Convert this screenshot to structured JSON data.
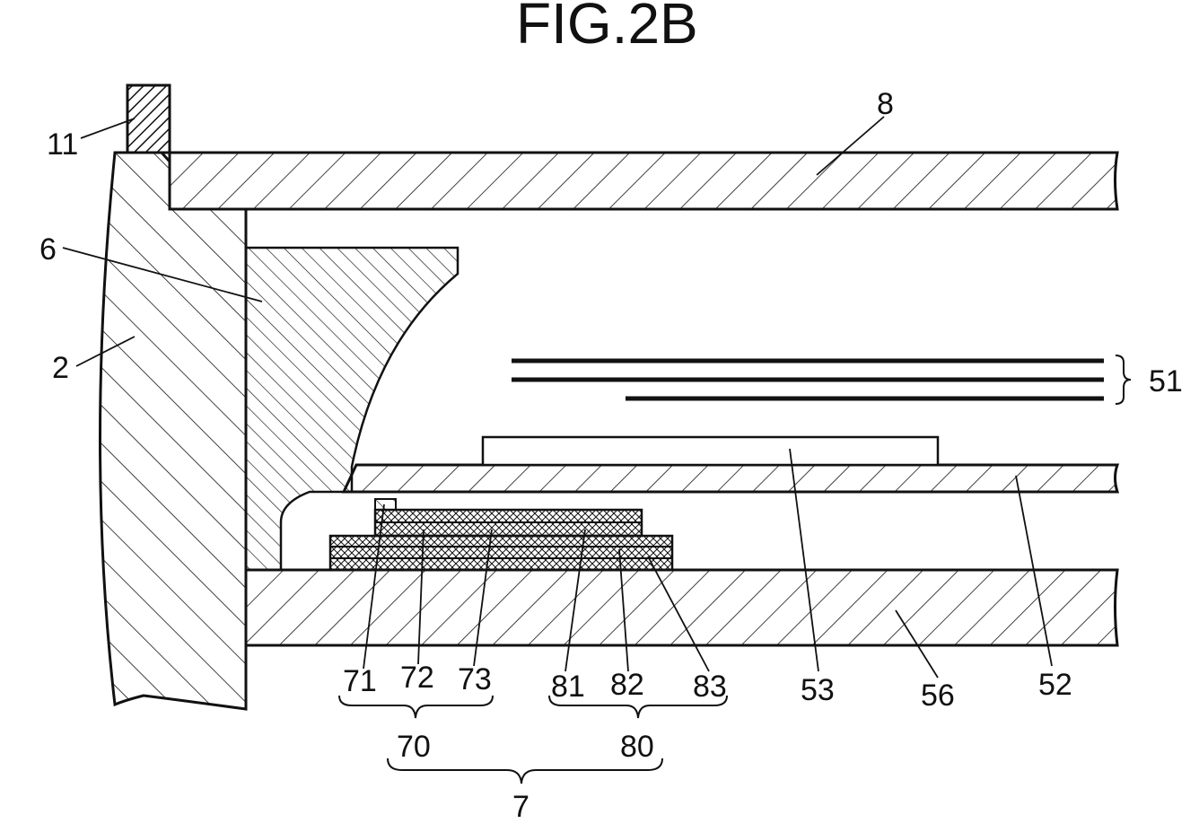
{
  "title": "FIG.2B",
  "labels": {
    "l11": "11",
    "l8": "8",
    "l6": "6",
    "l2": "2",
    "l51": "51",
    "l71": "71",
    "l72": "72",
    "l73": "73",
    "l81": "81",
    "l82": "82",
    "l83": "83",
    "l53": "53",
    "l56": "56",
    "l52": "52",
    "l70": "70",
    "l80": "80",
    "l7": "7"
  }
}
